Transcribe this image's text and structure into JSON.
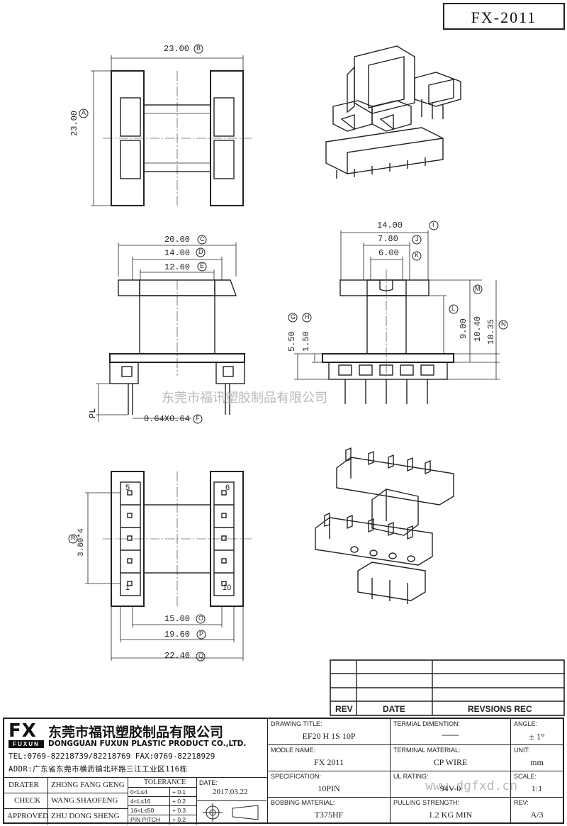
{
  "header": {
    "drawing_number": "FX-2011"
  },
  "watermark": {
    "company_text": "东莞市福讯塑胶制品有限公司",
    "url": "www.dgfxd.cn"
  },
  "dimensions": {
    "A": {
      "value": "23.00",
      "letter": "A"
    },
    "B": {
      "value": "23.00",
      "letter": "B"
    },
    "C": {
      "value": "20.00",
      "letter": "C"
    },
    "D": {
      "value": "14.00",
      "letter": "D"
    },
    "E": {
      "value": "12.60",
      "letter": "E"
    },
    "F": {
      "value": "0.64X0.64",
      "letter": "F"
    },
    "G": {
      "value": "5.50",
      "letter": "G"
    },
    "H": {
      "value": "1.50",
      "letter": "H"
    },
    "I": {
      "value": "14.00",
      "letter": "I"
    },
    "J": {
      "value": "7.80",
      "letter": "J"
    },
    "K": {
      "value": "6.00",
      "letter": "K"
    },
    "L": {
      "value": "9.00",
      "letter": "L"
    },
    "M": {
      "value": "10.40",
      "letter": "M"
    },
    "N": {
      "value": "18.35",
      "letter": "N"
    },
    "O": {
      "value": "15.00",
      "letter": "O"
    },
    "P": {
      "value": "19.60",
      "letter": "P"
    },
    "Q": {
      "value": "22.40",
      "letter": "Q"
    },
    "R": {
      "value": "3.80*4",
      "letter": "R"
    },
    "PL": {
      "value": "PL"
    }
  },
  "pin_labels": {
    "p5": "5",
    "p6": "6",
    "p1": "1",
    "p10": "10"
  },
  "revision_table": {
    "col_rev": "REV",
    "col_date": "DATE",
    "col_rec": "REVSIONS REC"
  },
  "company": {
    "logo_letters": "FX",
    "logo_sub": "FUXUN",
    "name_cn": "东莞市福讯塑胶制品有限公司",
    "name_en": "DONGGUAN FUXUN PLASTIC PRODUCT CO.,LTD.",
    "tel_fax": "TEL:0769-82218739/82218769 FAX:0769-82218929",
    "address": "ADDR:广东省东莞市横沥镇北环路三江工业区116栋"
  },
  "signoff": {
    "drater_label": "DRATER",
    "drater_name": "ZHONG FANG GENG",
    "check_label": "CHECK",
    "check_name": "WANG SHAOFENG",
    "approved_label": "APPROVED",
    "approved_name": "ZHU DONG SHENG"
  },
  "tolerance": {
    "title": "TOLERANCE",
    "rows": [
      {
        "range": "0<L≤4",
        "tol": "+ 0.1"
      },
      {
        "range": "4<L≤16",
        "tol": "+ 0.2"
      },
      {
        "range": "16<L≤50",
        "tol": "+ 0.3"
      },
      {
        "range": "PIN PITCH",
        "tol": "+ 0.2"
      }
    ]
  },
  "date": {
    "label": "DATE:",
    "value": "2017.03.22"
  },
  "fields": {
    "drawing_title_label": "DRAWING TITLE:",
    "drawing_title": "EF20 H 1S 10P",
    "model_name_label": "MODLE NAME:",
    "model_name": "FX 2011",
    "specification_label": "SPECIFICATION:",
    "specification": "10PIN",
    "bobbing_material_label": "BOBBING MATERIAL:",
    "bobbing_material": "T375HF",
    "terminal_dimention_label": "TERMIAL DIMENTION:",
    "terminal_dimention": "——",
    "terminal_material_label": "TERMINAL MATERIAL:",
    "terminal_material": "CP WIRE",
    "ul_rating_label": "UL RATING:",
    "ul_rating": "94V-0",
    "pulling_strength_label": "PULLING STRENGTH:",
    "pulling_strength": "1.2 KG MIN",
    "angle_label": "ANGLE:",
    "angle": "± 1°",
    "unit_label": "UNIT:",
    "unit": "mm",
    "scale_label": "SCALE:",
    "scale": "1:1",
    "rev_label": "REV:",
    "rev": "A/3"
  }
}
